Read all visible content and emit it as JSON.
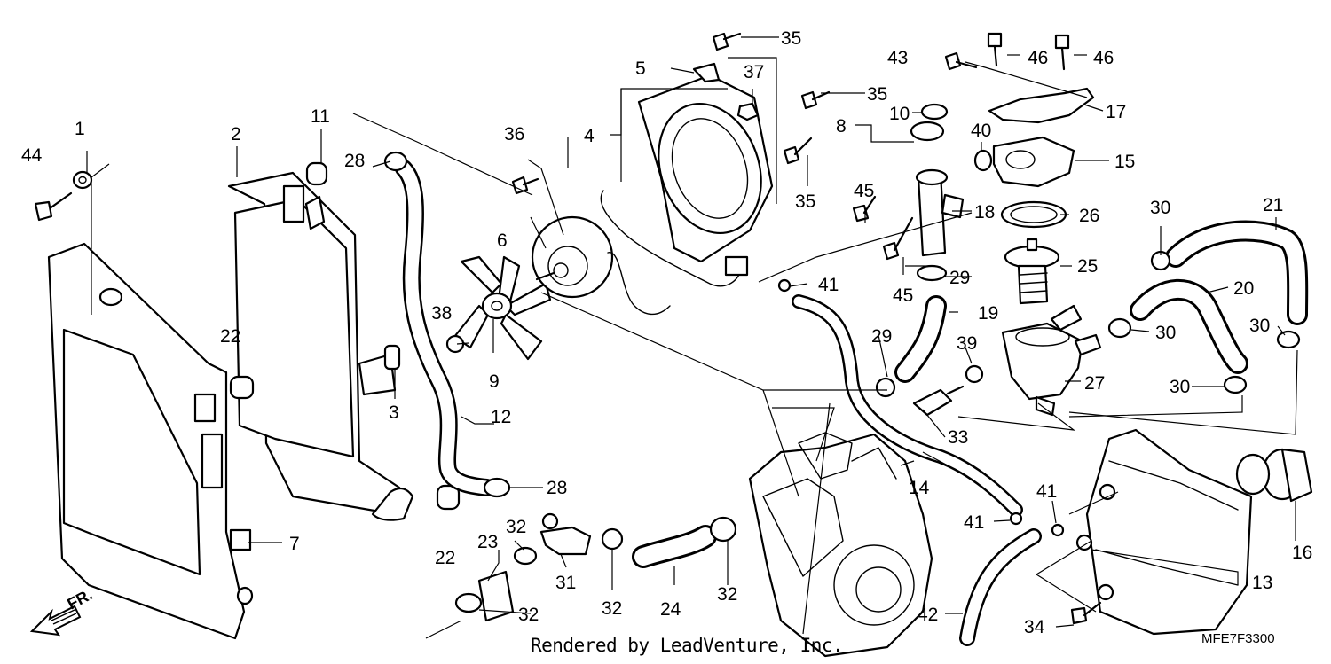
{
  "callouts": [
    {
      "id": "c1",
      "label": "1"
    },
    {
      "id": "c2",
      "label": "2"
    },
    {
      "id": "c3",
      "label": "3"
    },
    {
      "id": "c4",
      "label": "4"
    },
    {
      "id": "c5",
      "label": "5"
    },
    {
      "id": "c6",
      "label": "6"
    },
    {
      "id": "c7",
      "label": "7"
    },
    {
      "id": "c8",
      "label": "8"
    },
    {
      "id": "c9",
      "label": "9"
    },
    {
      "id": "c10",
      "label": "10"
    },
    {
      "id": "c11",
      "label": "11"
    },
    {
      "id": "c12",
      "label": "12"
    },
    {
      "id": "c13",
      "label": "13"
    },
    {
      "id": "c14",
      "label": "14"
    },
    {
      "id": "c15",
      "label": "15"
    },
    {
      "id": "c16",
      "label": "16"
    },
    {
      "id": "c17",
      "label": "17"
    },
    {
      "id": "c18",
      "label": "18"
    },
    {
      "id": "c19",
      "label": "19"
    },
    {
      "id": "c20",
      "label": "20"
    },
    {
      "id": "c21",
      "label": "21"
    },
    {
      "id": "c22a",
      "label": "22"
    },
    {
      "id": "c22b",
      "label": "22"
    },
    {
      "id": "c23",
      "label": "23"
    },
    {
      "id": "c24",
      "label": "24"
    },
    {
      "id": "c25",
      "label": "25"
    },
    {
      "id": "c26",
      "label": "26"
    },
    {
      "id": "c27",
      "label": "27"
    },
    {
      "id": "c28a",
      "label": "28"
    },
    {
      "id": "c28b",
      "label": "28"
    },
    {
      "id": "c29a",
      "label": "29"
    },
    {
      "id": "c29b",
      "label": "29"
    },
    {
      "id": "c30a",
      "label": "30"
    },
    {
      "id": "c30b",
      "label": "30"
    },
    {
      "id": "c30c",
      "label": "30"
    },
    {
      "id": "c30d",
      "label": "30"
    },
    {
      "id": "c31",
      "label": "31"
    },
    {
      "id": "c32a",
      "label": "32"
    },
    {
      "id": "c32b",
      "label": "32"
    },
    {
      "id": "c32c",
      "label": "32"
    },
    {
      "id": "c32d",
      "label": "32"
    },
    {
      "id": "c33",
      "label": "33"
    },
    {
      "id": "c34",
      "label": "34"
    },
    {
      "id": "c35a",
      "label": "35"
    },
    {
      "id": "c35b",
      "label": "35"
    },
    {
      "id": "c35c",
      "label": "35"
    },
    {
      "id": "c36",
      "label": "36"
    },
    {
      "id": "c37",
      "label": "37"
    },
    {
      "id": "c38",
      "label": "38"
    },
    {
      "id": "c39",
      "label": "39"
    },
    {
      "id": "c40",
      "label": "40"
    },
    {
      "id": "c41a",
      "label": "41"
    },
    {
      "id": "c41b",
      "label": "41"
    },
    {
      "id": "c41c",
      "label": "41"
    },
    {
      "id": "c42",
      "label": "42"
    },
    {
      "id": "c43",
      "label": "43"
    },
    {
      "id": "c44",
      "label": "44"
    },
    {
      "id": "c45a",
      "label": "45"
    },
    {
      "id": "c45b",
      "label": "45"
    },
    {
      "id": "c46a",
      "label": "46"
    },
    {
      "id": "c46b",
      "label": "46"
    }
  ],
  "direction_label": "FR.",
  "footer": {
    "credit": "Rendered by LeadVenture, Inc.",
    "code": "MFE7F3300"
  }
}
